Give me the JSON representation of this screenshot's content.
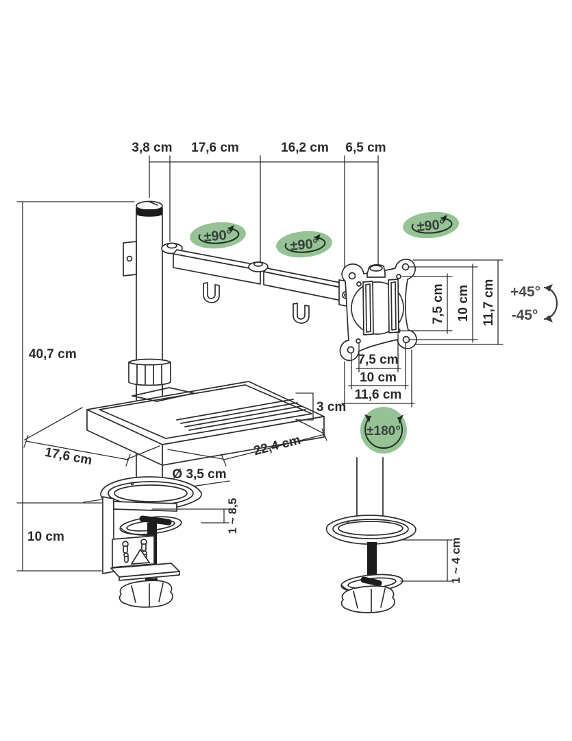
{
  "diagram": {
    "product": "single-monitor desk mount arm dimensional drawing",
    "top_dimensions": {
      "d1": "3,8 cm",
      "d2": "17,6 cm",
      "d3": "16,2 cm",
      "d4": "6,5 cm"
    },
    "left_dimensions": {
      "pole_height": "40,7 cm",
      "clamp_height": "10 cm"
    },
    "rotation_badges": {
      "arm_joint_1": "±90°",
      "arm_joint_2": "±90°",
      "vesa_joint": "±90°",
      "base_rotation": "±180°"
    },
    "tilt": {
      "up": "+45°",
      "down": "-45°"
    },
    "vesa": {
      "vertical": {
        "inner": "7,5 cm",
        "mid": "10 cm",
        "outer": "11,7 cm"
      },
      "horizontal": {
        "inner": "7,5 cm",
        "mid": "10 cm",
        "outer": "11,6 cm"
      }
    },
    "tray": {
      "depth": "17,6 cm",
      "width": "22,4 cm",
      "height": "3 cm"
    },
    "pole_diameter": "Ø 3,5 cm",
    "clamp_range": "1 ~ 8,5",
    "grommet_range": "1 ~ 4 cm",
    "colors": {
      "badge_green": "#96c296",
      "line": "#2b2b2b"
    }
  }
}
